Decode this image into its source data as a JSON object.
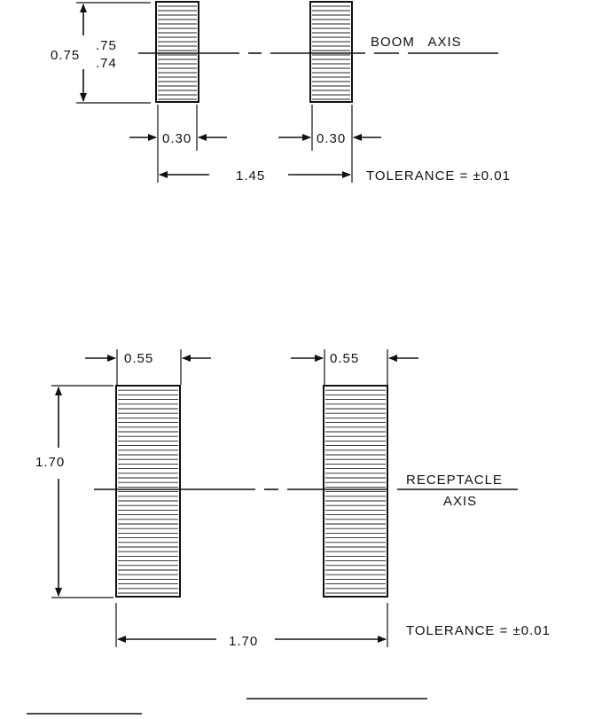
{
  "top_view": {
    "height_dim": "0.75",
    "height_upper": ".75",
    "height_lower": ".74",
    "left_width": "0.30",
    "right_width": "0.30",
    "spacing": "1.45",
    "axis_label": "BOOM   AXIS",
    "tolerance": "TOLERANCE = ±0.01"
  },
  "bottom_view": {
    "left_width": "0.55",
    "right_width": "0.55",
    "height_dim": "1.70",
    "spacing": "1.70",
    "axis_label_1": "RECEPTACLE",
    "axis_label_2": "AXIS",
    "tolerance": "TOLERANCE = ±0.01"
  }
}
